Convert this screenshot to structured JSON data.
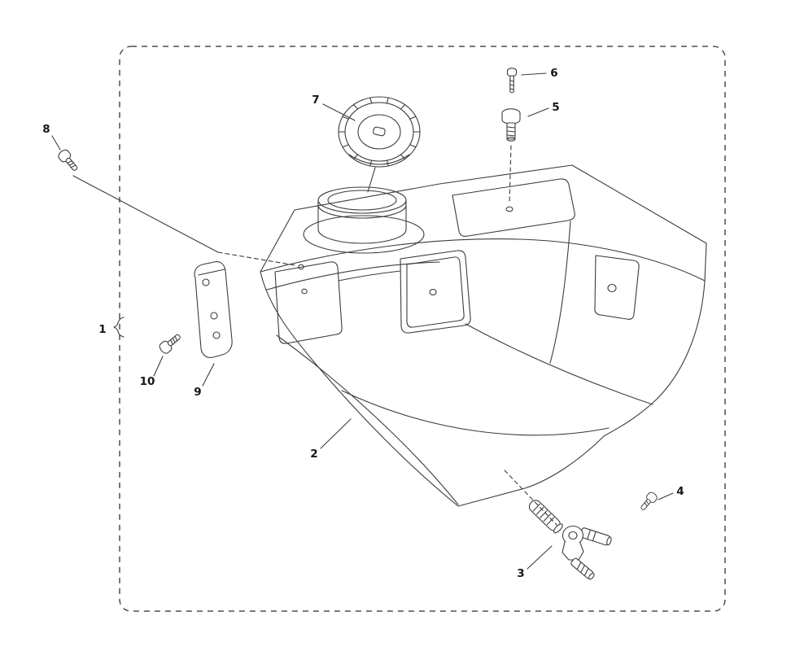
{
  "diagram": {
    "kind": "exploded-parts-diagram",
    "callouts": [
      {
        "label": "1"
      },
      {
        "label": "2"
      },
      {
        "label": "3"
      },
      {
        "label": "4"
      },
      {
        "label": "5"
      },
      {
        "label": "6"
      },
      {
        "label": "7"
      },
      {
        "label": "8"
      },
      {
        "label": "9"
      },
      {
        "label": "10"
      }
    ]
  },
  "colors": {
    "line": "#3c3c3c",
    "label": "#161616",
    "border": "#4f4f4f",
    "background": "#ffffff"
  }
}
